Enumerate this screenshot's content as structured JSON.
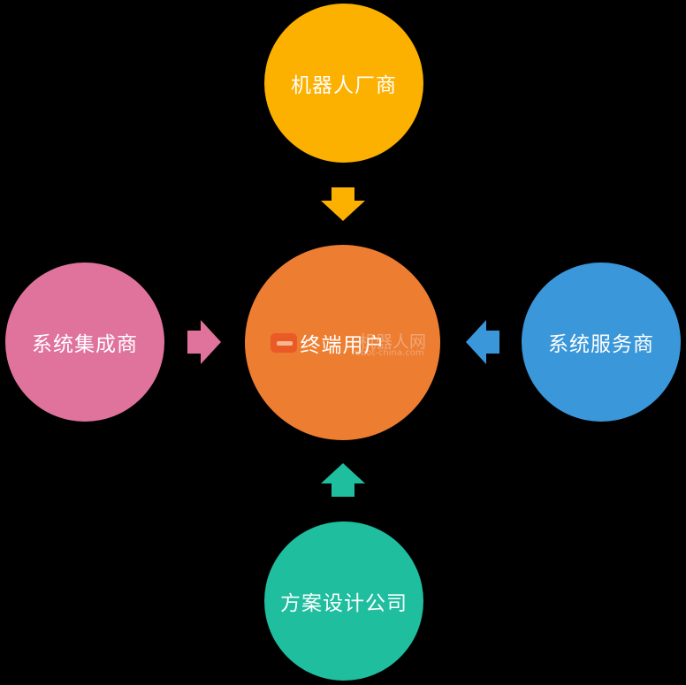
{
  "colors": {
    "background": "#000000",
    "top": "#FCB000",
    "center": "#ED7D31",
    "left": "#E0739C",
    "right": "#3A97DA",
    "bottom": "#1EBE9E"
  },
  "nodes": {
    "top": "机器人厂商",
    "center": "终端用户",
    "left": "系统集成商",
    "right": "系统服务商",
    "bottom": "方案设计公司"
  },
  "arrows": {
    "top": "down",
    "bottom": "up",
    "left": "right",
    "right": "left"
  },
  "watermark": {
    "text": "机器人网",
    "url": "robot-china.com"
  }
}
